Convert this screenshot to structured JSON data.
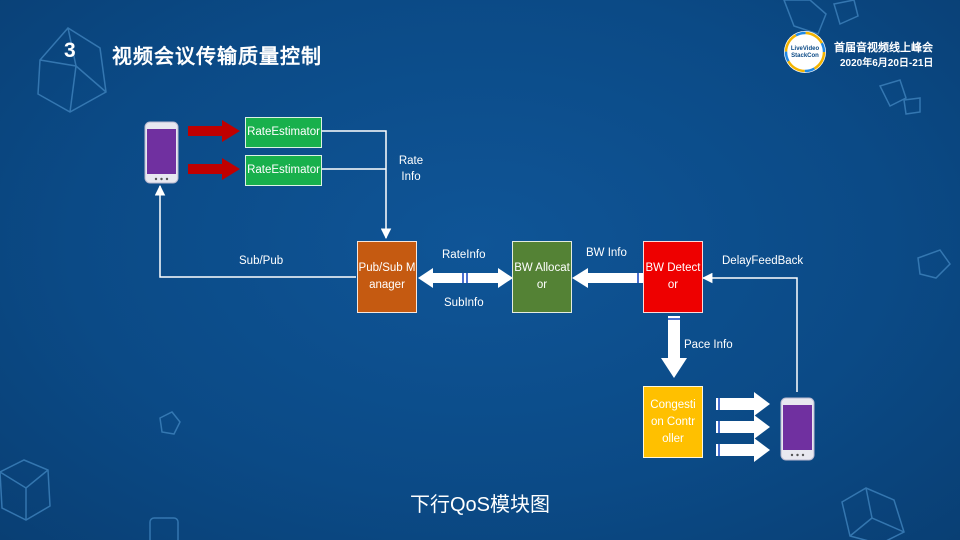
{
  "slide": {
    "number": "3",
    "title": "视频会议传输质量控制",
    "caption": "下行QoS模块图"
  },
  "event": {
    "name": "首届音视频线上峰会",
    "date": "2020年6月20日-21日",
    "logo_text": "LiveVideoStackCon"
  },
  "nodes": {
    "rate_estimator_1": "RateEstimator",
    "rate_estimator_2": "RateEstimator",
    "pubsub_manager": "Pub/Sub Manager",
    "bw_allocator": "BW Allocator",
    "bw_detector": "BW Detector",
    "congestion_controller": "Congestion Controller"
  },
  "edges": {
    "rate_info": "Rate Info",
    "sub_pub": "Sub/Pub",
    "rateinfo": "RateInfo",
    "subinfo": "SubInfo",
    "bw_info": "BW Info",
    "delay_feedback": "DelayFeedBack",
    "pace_info": "Pace Info"
  },
  "colors": {
    "background": "#0b4a86",
    "estimator": "#18b04c",
    "manager": "#c55a11",
    "allocator": "#548235",
    "detector": "#ee0000",
    "controller": "#ffc000",
    "red_arrow": "#c00000",
    "phone_screen": "#7030a0"
  },
  "icons": [
    "phone-icon",
    "decorative-cube-icon"
  ]
}
